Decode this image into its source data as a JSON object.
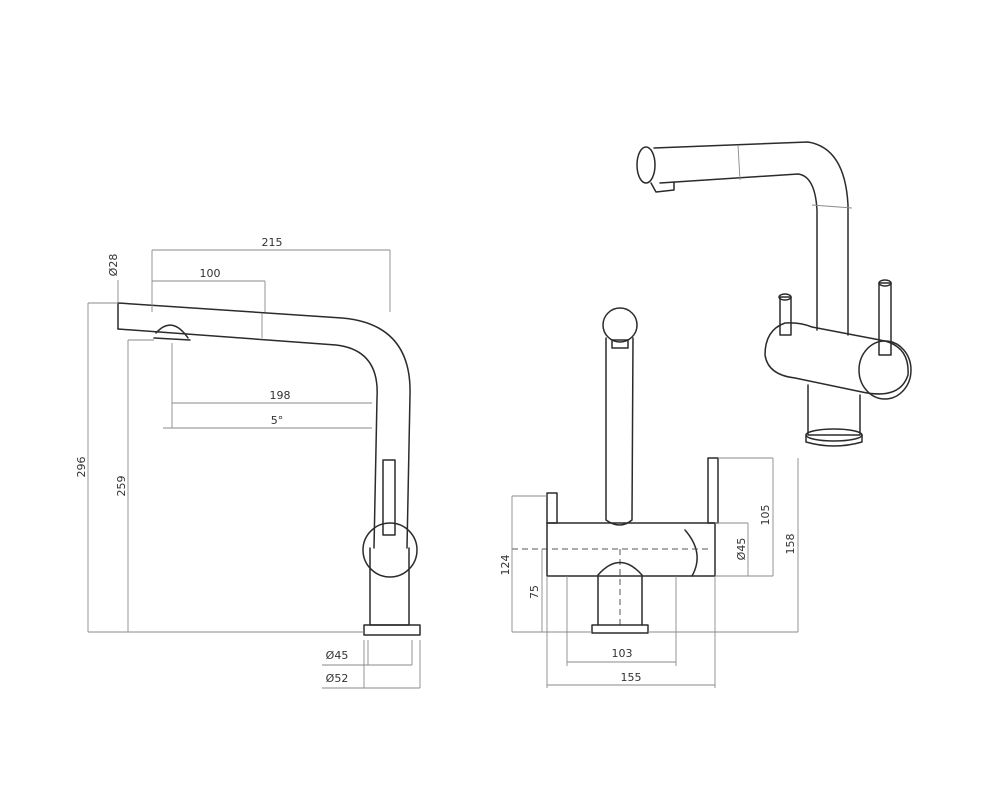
{
  "side_view": {
    "d_spout": "Ø28",
    "w_total": "215",
    "w_pullout": "100",
    "reach": "198",
    "angle": "5°",
    "h_total": "296",
    "h_outlet": "259",
    "d_base": "Ø45",
    "d_rosette": "Ø52"
  },
  "front_view": {
    "h_body": "124",
    "h_inner": "75",
    "d_body": "Ø45",
    "h_lever": "105",
    "h_total": "158",
    "w_inner": "103",
    "w_total": "155"
  }
}
